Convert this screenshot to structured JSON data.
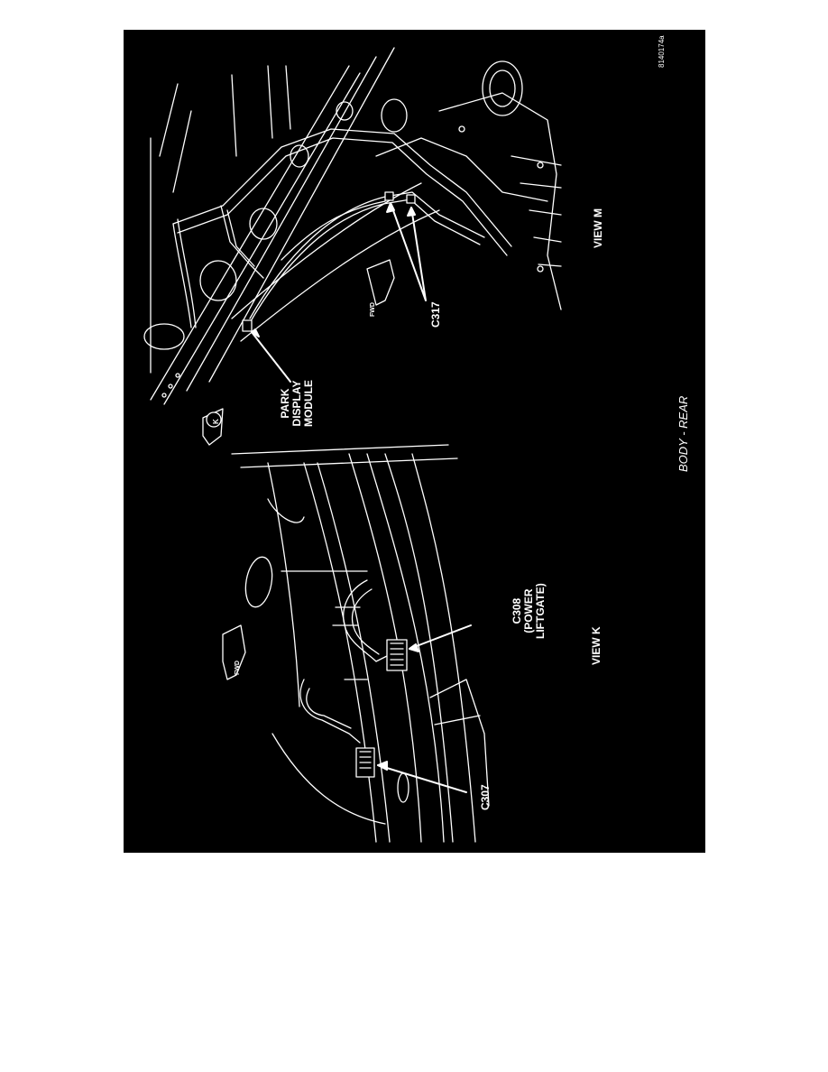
{
  "figure_id": "8140174a",
  "section_caption": "BODY - REAR",
  "view_m": {
    "title": "VIEW M",
    "callouts": {
      "park_display_module": [
        "PARK",
        "DISPLAY",
        "MODULE"
      ],
      "c317": "C317"
    },
    "arrows": {
      "fwd": "FWD",
      "view_ref": "K"
    }
  },
  "view_k": {
    "title": "VIEW K",
    "callouts": {
      "c308": [
        "C308",
        "(POWER",
        "LIFTGATE)"
      ],
      "c307": "C307"
    },
    "arrows": {
      "fwd": "FWD"
    }
  }
}
